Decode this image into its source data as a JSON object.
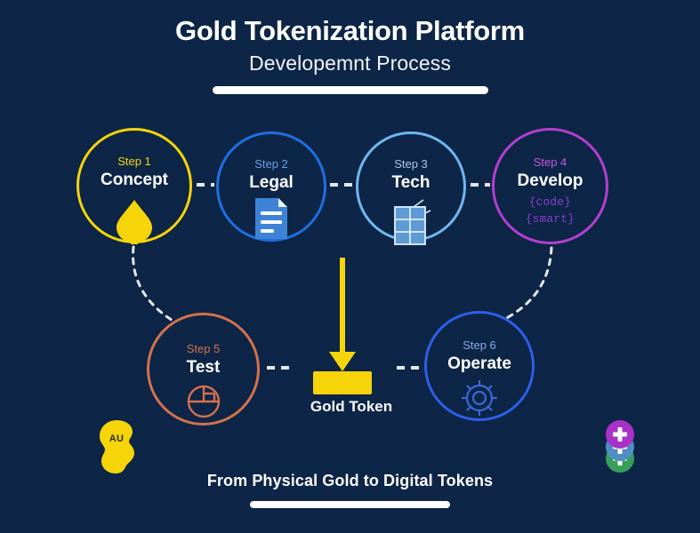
{
  "header": {
    "title": "Gold Tokenization Platform",
    "subtitle": "Developemnt Process"
  },
  "footer": {
    "tagline": "From Physical Gold to Digital Tokens"
  },
  "center": {
    "token_label": "Gold Token"
  },
  "decorations": {
    "gold_nugget_label": "AU"
  },
  "colors": {
    "background": "#0d2546",
    "step1": "#f5d40a",
    "step2": "#1f6fe0",
    "step3": "#6fb7f0",
    "step4": "#b43fd0",
    "step5": "#d4714d",
    "step6": "#2d5fe8",
    "gold": "#f5d40a",
    "text_white": "#ffffff",
    "dash": "#e4e9f0"
  },
  "steps": [
    {
      "number": "Step 1",
      "name": "Concept",
      "color": "#f5d40a",
      "icon": "gold-drop-icon"
    },
    {
      "number": "Step 2",
      "name": "Legal",
      "color": "#6a9fe8",
      "icon": "document-icon"
    },
    {
      "number": "Step 3",
      "name": "Tech",
      "color": "#a8c8e8",
      "icon": "blockchain-grid-icon"
    },
    {
      "number": "Step 4",
      "name": "Develop",
      "color": "#c15ae0",
      "icon": "code-text-icon",
      "code_line_1": "{code}",
      "code_line_2": "{smart}"
    },
    {
      "number": "Step 5",
      "name": "Test",
      "color": "#d4714d",
      "icon": "pie-globe-icon"
    },
    {
      "number": "Step 6",
      "name": "Operate",
      "color": "#8fa8e8",
      "icon": "ship-wheel-gear-icon"
    }
  ]
}
